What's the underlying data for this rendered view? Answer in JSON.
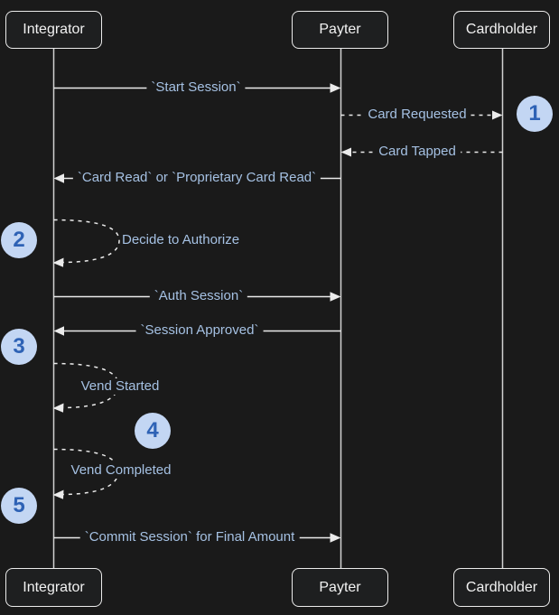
{
  "diagram": {
    "type": "sequence-diagram",
    "colors": {
      "background": "#1a1a1a",
      "actor_fill": "#1e1f20",
      "actor_border": "#ebebeb",
      "actor_text": "#f2f2f2",
      "line": "#ebebeb",
      "lifeline": "#d2d2d2",
      "message_text": "#a5c1e3",
      "badge_fill": "#c3d6f3",
      "badge_text": "#2e62b5"
    },
    "actors": [
      {
        "id": "integrator",
        "label": "Integrator"
      },
      {
        "id": "payter",
        "label": "Payter"
      },
      {
        "id": "cardholder",
        "label": "Cardholder"
      }
    ],
    "messages": [
      {
        "label": "`Start Session`",
        "from": "Integrator",
        "to": "Payter",
        "line": "solid"
      },
      {
        "label": "Card Requested",
        "from": "Payter",
        "to": "Cardholder",
        "line": "dashed"
      },
      {
        "label": "Card Tapped",
        "from": "Cardholder",
        "to": "Payter",
        "line": "dashed"
      },
      {
        "label": "`Card Read` or `Proprietary Card Read`",
        "from": "Payter",
        "to": "Integrator",
        "line": "solid"
      },
      {
        "label": "Decide to Authorize",
        "from": "Integrator",
        "to": "Integrator",
        "line": "dashed-self-loop"
      },
      {
        "label": "`Auth Session`",
        "from": "Integrator",
        "to": "Payter",
        "line": "solid"
      },
      {
        "label": "`Session Approved`",
        "from": "Payter",
        "to": "Integrator",
        "line": "solid"
      },
      {
        "label": "Vend Started",
        "from": "Integrator",
        "to": "Integrator",
        "line": "dashed-self-loop"
      },
      {
        "label": "Vend Completed",
        "from": "Integrator",
        "to": "Integrator",
        "line": "dashed-self-loop"
      },
      {
        "label": "`Commit Session` for Final Amount",
        "from": "Integrator",
        "to": "Payter",
        "line": "solid"
      }
    ],
    "step_badges": [
      {
        "label": "1"
      },
      {
        "label": "2"
      },
      {
        "label": "3"
      },
      {
        "label": "4"
      },
      {
        "label": "5"
      }
    ]
  }
}
